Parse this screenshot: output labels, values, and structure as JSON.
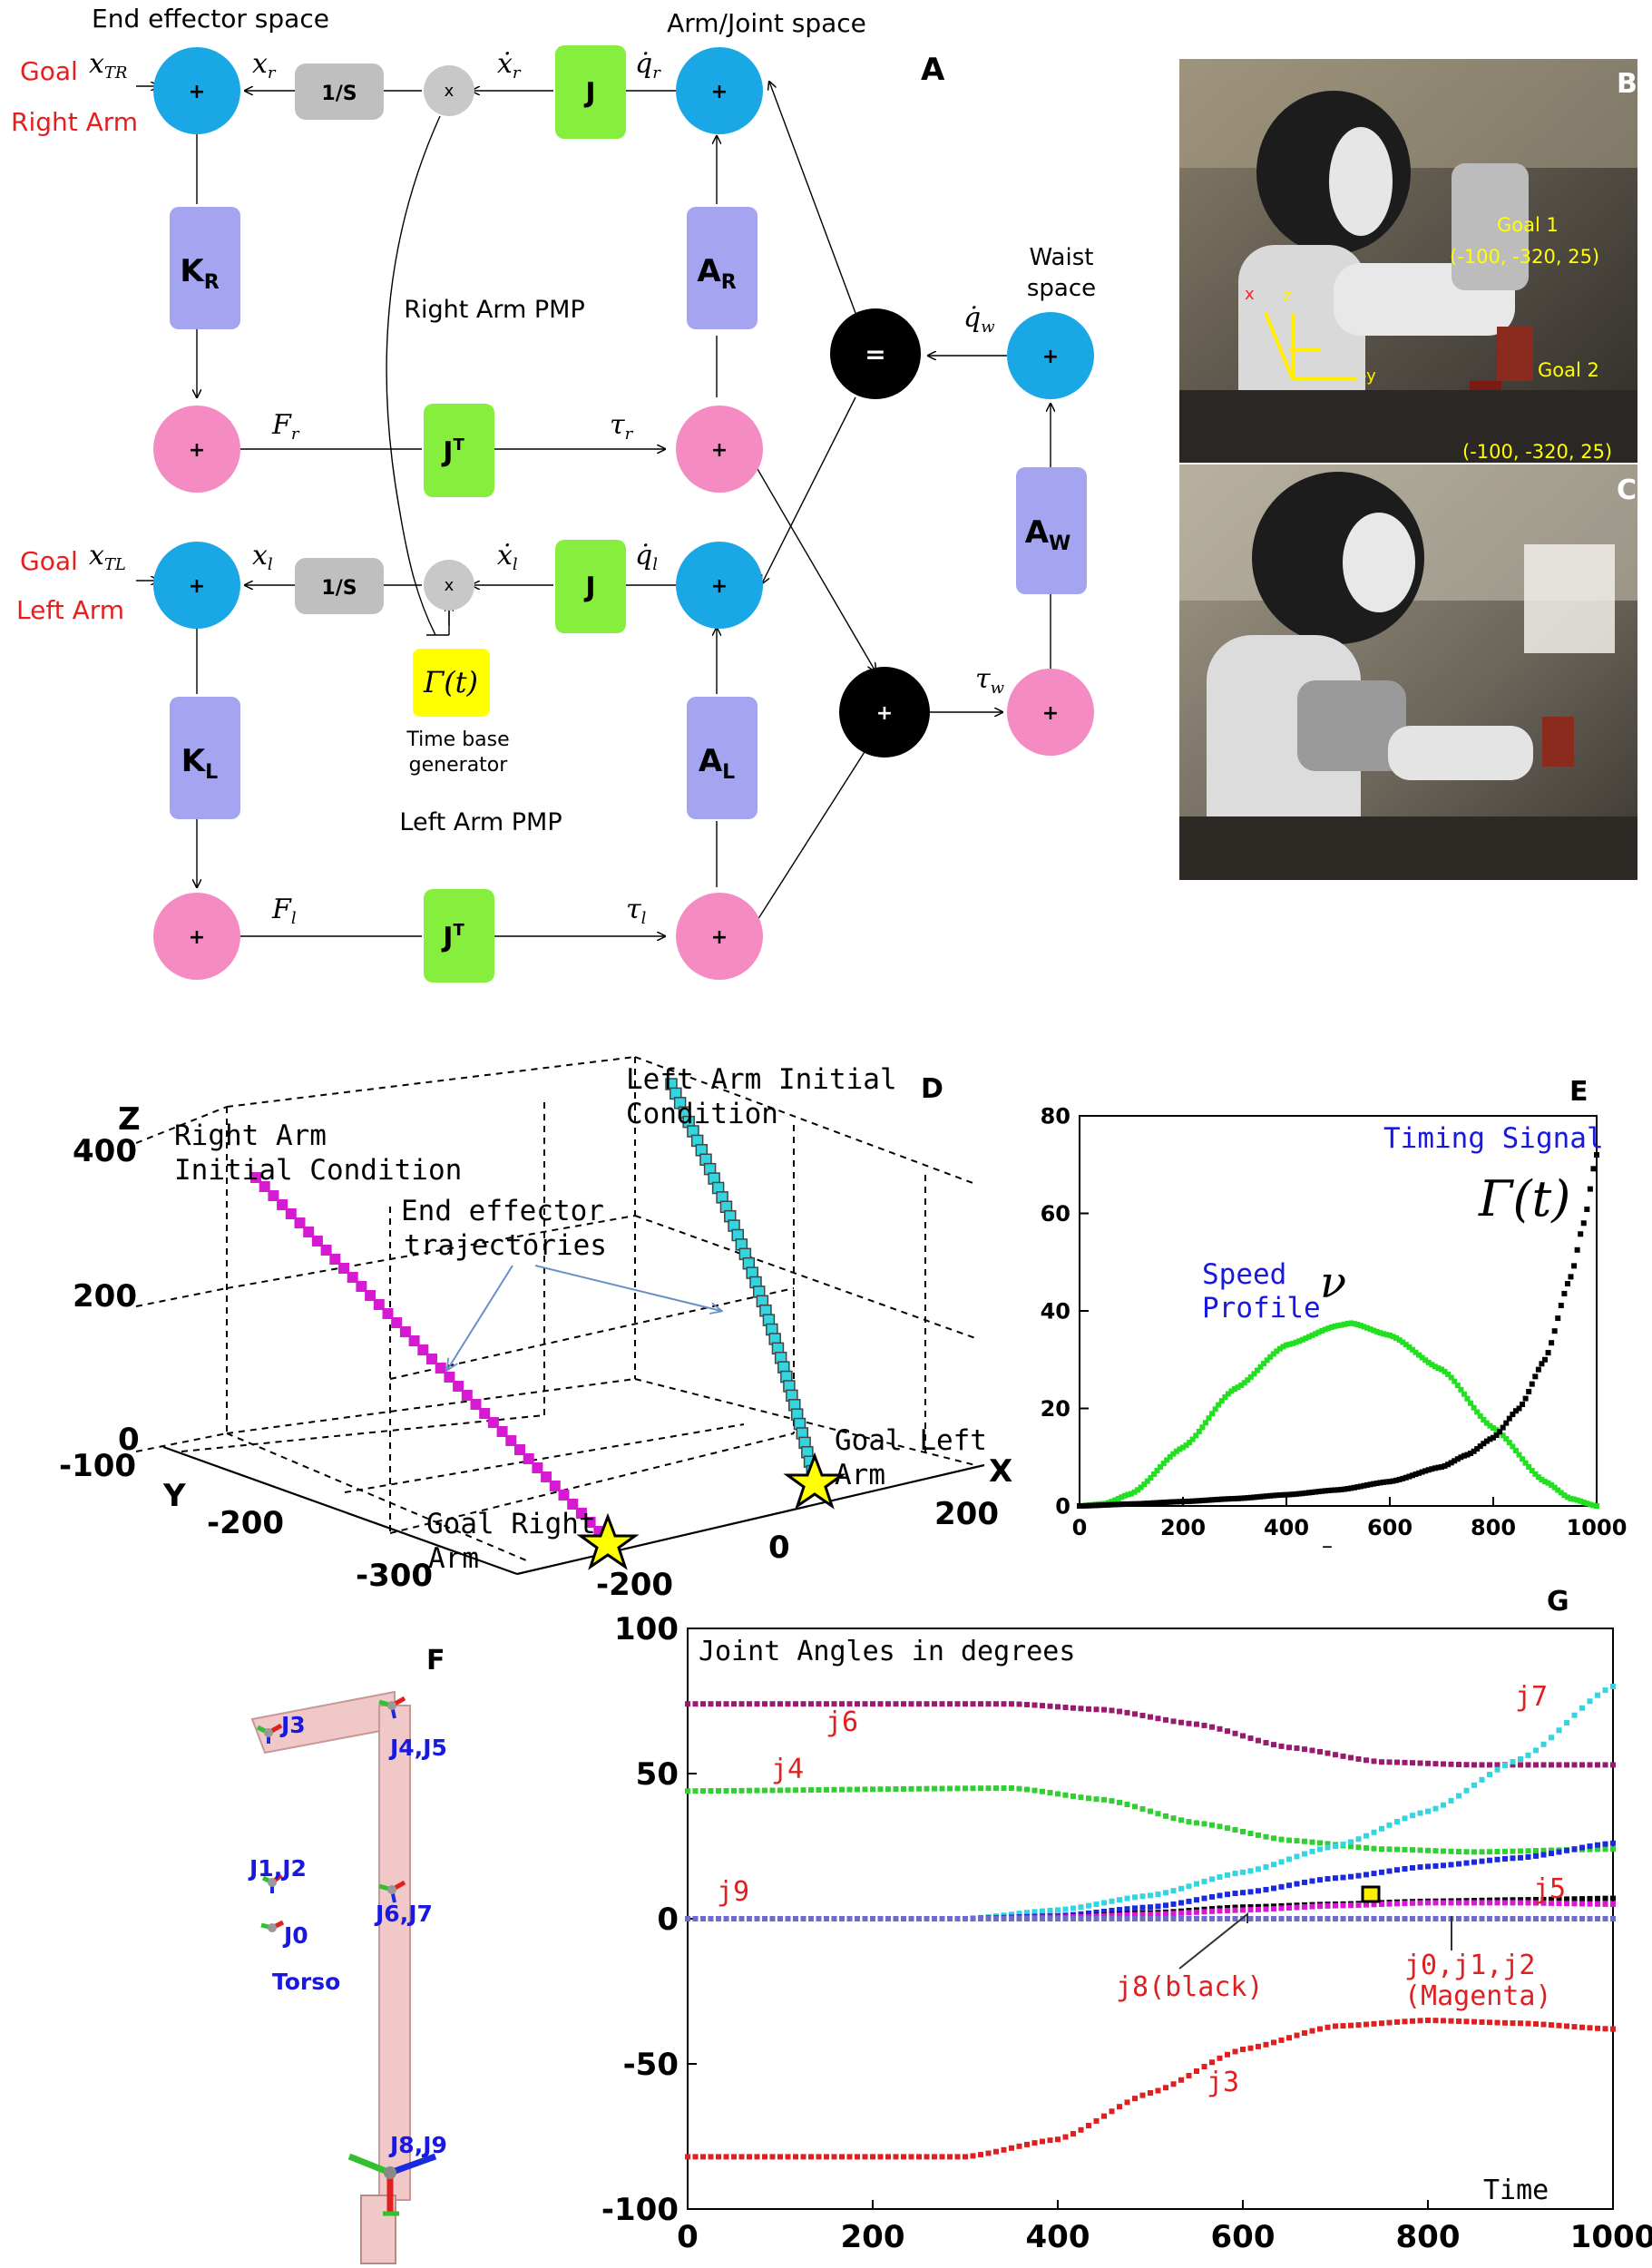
{
  "panel_letters": {
    "a": "A",
    "b": "B",
    "c": "C",
    "d": "D",
    "e": "E",
    "f": "F",
    "g": "G"
  },
  "colors": {
    "sum_blue": "#1aa7e6",
    "sum_pink": "#f48cc3",
    "black_node": "#000000",
    "gain_purple": "#a4a4f0",
    "jacobian_green": "#86ee3c",
    "integrator_gray": "#bfbfbf",
    "tbg_yellow": "#ffff00",
    "label_red": "#e81e1e",
    "magenta": "#d51ad1",
    "cyan": "#33d6e0",
    "speed_green": "#20e020",
    "j6_purple": "#9a1a6e",
    "j4_green": "#30d030",
    "j5_blue": "#1a2ae0",
    "j3_red": "#e02020",
    "note_blue": "#1818e0"
  },
  "block_diagram": {
    "headers": {
      "end_effector_space": "End effector space",
      "arm_joint_space": "Arm/Joint space",
      "waist_space_1": "Waist",
      "waist_space_2": "space"
    },
    "goal_label": "Goal",
    "right_arm_label": "Right Arm",
    "left_arm_label": "Left Arm",
    "sum_symbol": "+",
    "mult_symbol": "x",
    "equal_symbol": "=",
    "integrator_label": "1/S",
    "jacobian_label": "J",
    "jacobian_t_base": "J",
    "jacobian_t_sup": "T",
    "gain_base": "K",
    "gain_r_sub": "R",
    "gain_l_sub": "L",
    "admittance_base": "A",
    "admittance_r_sub": "R",
    "admittance_l_sub": "L",
    "admittance_w_sub": "W",
    "right_pmp": "Right Arm PMP",
    "left_pmp": "Left Arm PMP",
    "tbg_symbol": "Γ(t)",
    "tbg_label_1": "Time base",
    "tbg_label_2": "generator",
    "signals": {
      "x_tr": "x",
      "x_tr_sub": "TR",
      "x_tl": "x",
      "x_tl_sub": "TL",
      "x_r": "x",
      "x_r_sub": "r",
      "x_l": "x",
      "x_l_sub": "l",
      "xdot_r": "ẋ",
      "xdot_r_sub": "r",
      "xdot_l": "ẋ",
      "xdot_l_sub": "l",
      "qdot_r": "q̇",
      "qdot_r_sub": "r",
      "qdot_l": "q̇",
      "qdot_l_sub": "l",
      "qdot_w": "q̇",
      "qdot_w_sub": "w",
      "f_r": "F",
      "f_r_sub": "r",
      "f_l": "F",
      "f_l_sub": "l",
      "tau_r": "τ",
      "tau_r_sub": "r",
      "tau_l": "τ",
      "tau_l_sub": "l",
      "tau_w": "τ",
      "tau_w_sub": "w"
    }
  },
  "photo_b": {
    "goal1": "Goal 1",
    "goal1_coords": "(-100, -320, 25)",
    "goal2": "Goal 2",
    "goal2_coords": "(-100, -320, 25)",
    "axis_x": "x",
    "axis_z": "z",
    "axis_y": "-y"
  },
  "panel_d": {
    "z_axis_label": "Z",
    "y_axis_label": "Y",
    "x_axis_label": "X",
    "z_ticks": [
      "400",
      "200",
      "0"
    ],
    "y_ticks": [
      "-100",
      "-200",
      "-300"
    ],
    "x_ticks": [
      "-200",
      "0",
      "200"
    ],
    "right_initial_1": "Right Arm",
    "right_initial_2": "Initial Condition",
    "left_initial_1": "Left Arm Initial",
    "left_initial_2": "Condition",
    "traj_1": "End effector",
    "traj_2": "trajectories",
    "goal_right_1": "Goal Right",
    "goal_right_2": "Arm",
    "goal_left_1": "Goal Left",
    "goal_left_2": "Arm"
  },
  "panel_e": {
    "timing_signal": "Timing Signal",
    "gamma_label": "Γ(t)",
    "speed_1": "Speed",
    "speed_2": "Profile",
    "nu_label": "ν",
    "x_note": "–"
  },
  "panel_f": {
    "j3": "J3",
    "j45": "J4,J5",
    "j12": "J1,J2",
    "j67": "J6,J7",
    "j0": "J0",
    "torso": "Torso",
    "j89": "J8,J9"
  },
  "panel_g": {
    "labels": {
      "j6": "j6",
      "j4": "j4",
      "j7": "j7",
      "j5": "j5",
      "j9": "j9",
      "j3": "j3",
      "j8": "j8(black)",
      "j012_1": "j0,j1,j2",
      "j012_2": "(Magenta)"
    }
  },
  "chart_data": [
    {
      "type": "line",
      "title": "",
      "annotations": [
        "Timing Signal",
        "Γ(t)",
        "Speed Profile",
        "ν"
      ],
      "xlabel": "",
      "ylabel": "",
      "xlim": [
        0,
        1000
      ],
      "ylim": [
        0,
        80
      ],
      "x_ticks": [
        0,
        200,
        400,
        600,
        800,
        1000
      ],
      "y_ticks": [
        0,
        20,
        40,
        60,
        80
      ],
      "grid": false,
      "series": [
        {
          "name": "Speed Profile",
          "color": "#20e020",
          "x": [
            0,
            50,
            100,
            200,
            300,
            400,
            500,
            525,
            600,
            700,
            800,
            900,
            950,
            1000
          ],
          "y": [
            0,
            0.5,
            2.5,
            12,
            24,
            33,
            37,
            37.5,
            35,
            28,
            16,
            5,
            1.5,
            0
          ]
        },
        {
          "name": "Timing Signal",
          "color": "#000000",
          "x": [
            0,
            100,
            200,
            300,
            400,
            500,
            600,
            700,
            750,
            800,
            850,
            900,
            950,
            975,
            1000
          ],
          "y": [
            0,
            0.4,
            0.9,
            1.5,
            2.3,
            3.3,
            5,
            8,
            10.5,
            14,
            20,
            30,
            47,
            58,
            72
          ]
        }
      ]
    },
    {
      "type": "line",
      "title": "Joint Angles in degrees",
      "xlabel": "Time",
      "ylabel": "",
      "xlim": [
        0,
        1000
      ],
      "ylim": [
        -100,
        100
      ],
      "x_ticks": [
        0,
        200,
        400,
        600,
        800,
        1000
      ],
      "y_ticks": [
        -100,
        -50,
        0,
        50,
        100
      ],
      "grid": false,
      "series": [
        {
          "name": "j6",
          "color": "#9a1a6e",
          "x": [
            0,
            350,
            450,
            550,
            650,
            750,
            850,
            1000
          ],
          "y": [
            74,
            74,
            72,
            67,
            59,
            54,
            53,
            53
          ]
        },
        {
          "name": "j4",
          "color": "#30d030",
          "x": [
            0,
            350,
            450,
            550,
            650,
            750,
            850,
            1000
          ],
          "y": [
            44,
            45,
            41,
            33,
            27,
            24,
            23,
            24
          ]
        },
        {
          "name": "j7",
          "color": "#33d6e0",
          "x": [
            0,
            300,
            400,
            500,
            600,
            700,
            800,
            900,
            1000
          ],
          "y": [
            0,
            0,
            3,
            8,
            16,
            25,
            37,
            55,
            80
          ]
        },
        {
          "name": "j5",
          "color": "#1a2ae0",
          "x": [
            0,
            300,
            400,
            500,
            600,
            700,
            800,
            900,
            1000
          ],
          "y": [
            0,
            0,
            1,
            4,
            9,
            14,
            18,
            21,
            26
          ]
        },
        {
          "name": "j8(black)",
          "color": "#000000",
          "x": [
            0,
            300,
            400,
            500,
            600,
            700,
            800,
            900,
            1000
          ],
          "y": [
            0,
            0,
            0.5,
            2,
            4,
            5,
            6,
            6.5,
            7
          ]
        },
        {
          "name": "j0,j1,j2 (Magenta)",
          "color": "#d51ad1",
          "x": [
            0,
            300,
            400,
            500,
            600,
            700,
            800,
            900,
            1000
          ],
          "y": [
            0,
            0,
            0.5,
            1.5,
            3,
            4.5,
            5.5,
            5.5,
            5
          ]
        },
        {
          "name": "j9",
          "color": "#6b6bd0",
          "x": [
            0,
            1000
          ],
          "y": [
            0,
            0
          ]
        },
        {
          "name": "j3",
          "color": "#e02020",
          "x": [
            0,
            300,
            400,
            500,
            600,
            700,
            800,
            900,
            1000
          ],
          "y": [
            -82,
            -82,
            -76,
            -60,
            -45,
            -37,
            -35,
            -36,
            -38
          ]
        }
      ]
    }
  ]
}
